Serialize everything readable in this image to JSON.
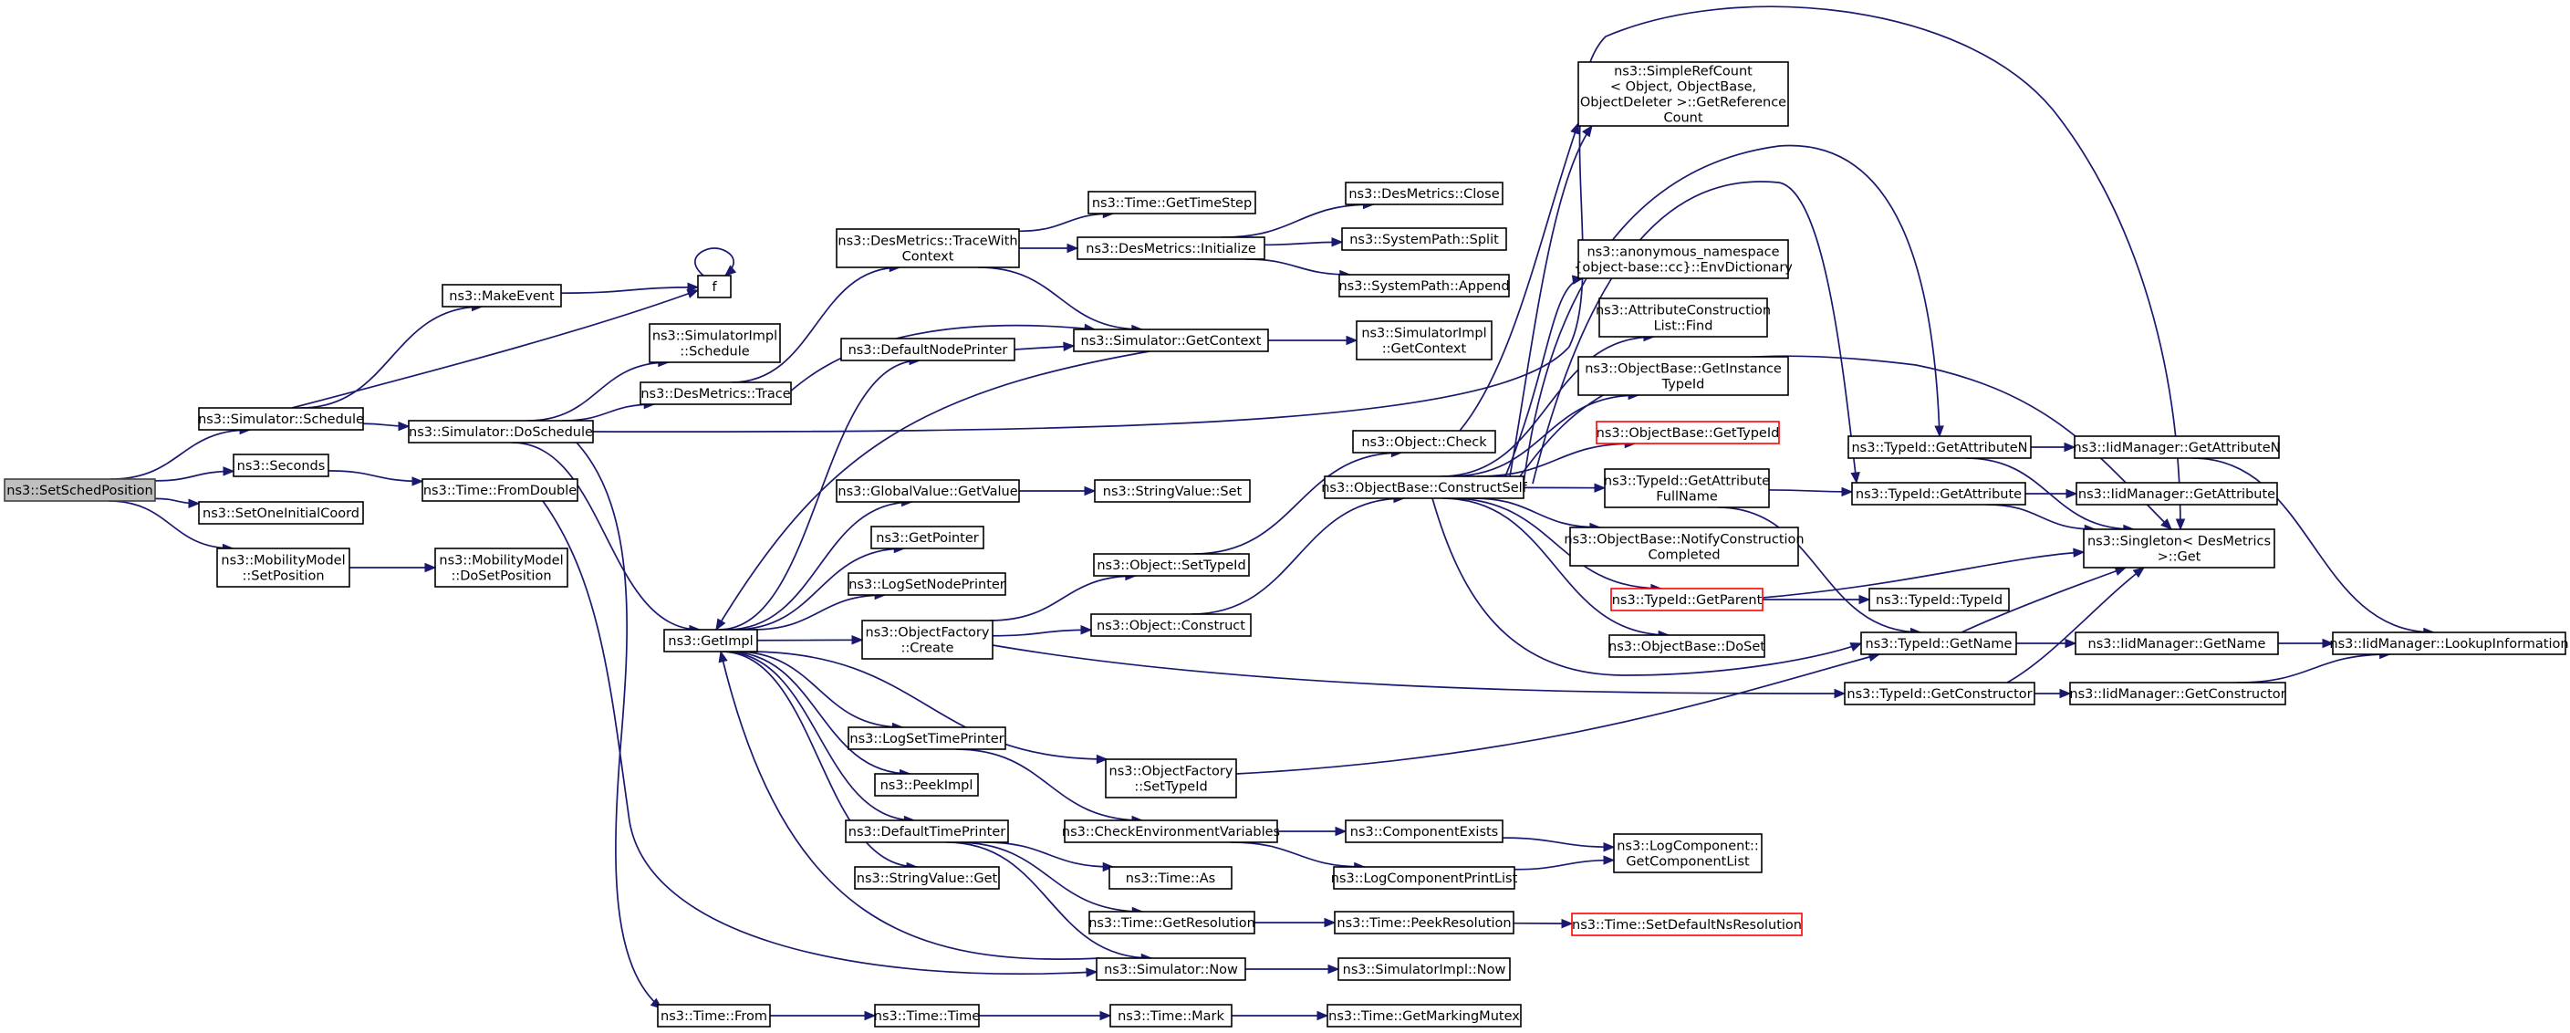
{
  "diagram": {
    "nodes": [
      {
        "id": "setschedposition",
        "lines": [
          "ns3::SetSchedPosition"
        ],
        "style": "root"
      },
      {
        "id": "sim_schedule",
        "lines": [
          "ns3::Simulator::Schedule"
        ]
      },
      {
        "id": "seconds",
        "lines": [
          "ns3::Seconds"
        ]
      },
      {
        "id": "setoneinitialcoord",
        "lines": [
          "ns3::SetOneInitialCoord"
        ]
      },
      {
        "id": "mm_setposition",
        "lines": [
          "ns3::MobilityModel",
          "::SetPosition"
        ]
      },
      {
        "id": "makeevent",
        "lines": [
          "ns3::MakeEvent"
        ]
      },
      {
        "id": "f",
        "lines": [
          "f"
        ]
      },
      {
        "id": "simimpl_schedule",
        "lines": [
          "ns3::SimulatorImpl",
          "::Schedule"
        ]
      },
      {
        "id": "sim_doschedule",
        "lines": [
          "ns3::Simulator::DoSchedule"
        ]
      },
      {
        "id": "time_fromdouble",
        "lines": [
          "ns3::Time::FromDouble"
        ]
      },
      {
        "id": "mm_dosetposition",
        "lines": [
          "ns3::MobilityModel",
          "::DoSetPosition"
        ]
      },
      {
        "id": "desmetrics_tracewithcontext",
        "lines": [
          "ns3::DesMetrics::TraceWith",
          "Context"
        ]
      },
      {
        "id": "desmetrics_trace",
        "lines": [
          "ns3::DesMetrics::Trace"
        ]
      },
      {
        "id": "defaultnodeprinter",
        "lines": [
          "ns3::DefaultNodePrinter"
        ]
      },
      {
        "id": "globalvalue_getvalue",
        "lines": [
          "ns3::GlobalValue::GetValue"
        ]
      },
      {
        "id": "getpointer",
        "lines": [
          "ns3::GetPointer"
        ]
      },
      {
        "id": "logsetnodeprinter",
        "lines": [
          "ns3::LogSetNodePrinter"
        ]
      },
      {
        "id": "getimpl",
        "lines": [
          "ns3::GetImpl"
        ]
      },
      {
        "id": "objectfactory_create",
        "lines": [
          "ns3::ObjectFactory",
          "::Create"
        ]
      },
      {
        "id": "logsettimeprinter",
        "lines": [
          "ns3::LogSetTimePrinter"
        ]
      },
      {
        "id": "peekimpl",
        "lines": [
          "ns3::PeekImpl"
        ]
      },
      {
        "id": "defaulttimeprinter",
        "lines": [
          "ns3::DefaultTimePrinter"
        ]
      },
      {
        "id": "stringvalue_get",
        "lines": [
          "ns3::StringValue::Get"
        ]
      },
      {
        "id": "time_from",
        "lines": [
          "ns3::Time::From"
        ]
      },
      {
        "id": "time_time",
        "lines": [
          "ns3::Time::Time"
        ]
      },
      {
        "id": "time_gettimestep",
        "lines": [
          "ns3::Time::GetTimeStep"
        ]
      },
      {
        "id": "desmetrics_initialize",
        "lines": [
          "ns3::DesMetrics::Initialize"
        ]
      },
      {
        "id": "sim_getcontext",
        "lines": [
          "ns3::Simulator::GetContext"
        ]
      },
      {
        "id": "stringvalue_set",
        "lines": [
          "ns3::StringValue::Set"
        ]
      },
      {
        "id": "object_settypeid",
        "lines": [
          "ns3::Object::SetTypeId"
        ]
      },
      {
        "id": "object_construct",
        "lines": [
          "ns3::Object::Construct"
        ]
      },
      {
        "id": "objectfactory_settypeid",
        "lines": [
          "ns3::ObjectFactory",
          "::SetTypeId"
        ]
      },
      {
        "id": "checkenvvars",
        "lines": [
          "ns3::CheckEnvironmentVariables"
        ]
      },
      {
        "id": "time_as",
        "lines": [
          "ns3::Time::As"
        ]
      },
      {
        "id": "time_getresolution",
        "lines": [
          "ns3::Time::GetResolution"
        ]
      },
      {
        "id": "sim_now",
        "lines": [
          "ns3::Simulator::Now"
        ]
      },
      {
        "id": "time_mark",
        "lines": [
          "ns3::Time::Mark"
        ]
      },
      {
        "id": "desmetrics_close",
        "lines": [
          "ns3::DesMetrics::Close"
        ]
      },
      {
        "id": "systempath_split",
        "lines": [
          "ns3::SystemPath::Split"
        ]
      },
      {
        "id": "systempath_append",
        "lines": [
          "ns3::SystemPath::Append"
        ]
      },
      {
        "id": "simimpl_getcontext",
        "lines": [
          "ns3::SimulatorImpl",
          "::GetContext"
        ]
      },
      {
        "id": "object_check",
        "lines": [
          "ns3::Object::Check"
        ]
      },
      {
        "id": "objectbase_constructself",
        "lines": [
          "ns3::ObjectBase::ConstructSelf"
        ]
      },
      {
        "id": "componentexists",
        "lines": [
          "ns3::ComponentExists"
        ]
      },
      {
        "id": "logcomponentprintlist",
        "lines": [
          "ns3::LogComponentPrintList"
        ]
      },
      {
        "id": "time_peekresolution",
        "lines": [
          "ns3::Time::PeekResolution"
        ]
      },
      {
        "id": "simimpl_now",
        "lines": [
          "ns3::SimulatorImpl::Now"
        ]
      },
      {
        "id": "time_getmarkingmutex",
        "lines": [
          "ns3::Time::GetMarkingMutex"
        ]
      },
      {
        "id": "simplerefcount",
        "lines": [
          "ns3::SimpleRefCount",
          "< Object, ObjectBase,",
          "ObjectDeleter >::GetReference",
          "Count"
        ]
      },
      {
        "id": "envdictionary",
        "lines": [
          "ns3::anonymous_namespace",
          "{object-base::cc}::EnvDictionary"
        ]
      },
      {
        "id": "attrconstrlist_find",
        "lines": [
          "ns3::AttributeConstruction",
          "List::Find"
        ]
      },
      {
        "id": "objectbase_getinstancetypeid",
        "lines": [
          "ns3::ObjectBase::GetInstance",
          "TypeId"
        ]
      },
      {
        "id": "objectbase_gettypeid",
        "lines": [
          "ns3::ObjectBase::GetTypeId"
        ],
        "style": "red"
      },
      {
        "id": "typeid_getattributefullname",
        "lines": [
          "ns3::TypeId::GetAttribute",
          "FullName"
        ]
      },
      {
        "id": "objectbase_notifyconstructioncompleted",
        "lines": [
          "ns3::ObjectBase::NotifyConstruction",
          "Completed"
        ]
      },
      {
        "id": "typeid_getparent",
        "lines": [
          "ns3::TypeId::GetParent"
        ],
        "style": "red"
      },
      {
        "id": "objectbase_doset",
        "lines": [
          "ns3::ObjectBase::DoSet"
        ]
      },
      {
        "id": "logcomponent_getcomponentlist",
        "lines": [
          "ns3::LogComponent::",
          "GetComponentList"
        ]
      },
      {
        "id": "time_setdefaultnsresolution",
        "lines": [
          "ns3::Time::SetDefaultNsResolution"
        ],
        "style": "red"
      },
      {
        "id": "typeid_getattributen",
        "lines": [
          "ns3::TypeId::GetAttributeN"
        ]
      },
      {
        "id": "typeid_getattribute",
        "lines": [
          "ns3::TypeId::GetAttribute"
        ]
      },
      {
        "id": "typeid_typeid",
        "lines": [
          "ns3::TypeId::TypeId"
        ]
      },
      {
        "id": "typeid_getname",
        "lines": [
          "ns3::TypeId::GetName"
        ]
      },
      {
        "id": "typeid_getconstructor",
        "lines": [
          "ns3::TypeId::GetConstructor"
        ]
      },
      {
        "id": "iidmanager_getattributen",
        "lines": [
          "ns3::IidManager::GetAttributeN"
        ]
      },
      {
        "id": "iidmanager_getattribute",
        "lines": [
          "ns3::IidManager::GetAttribute"
        ]
      },
      {
        "id": "singleton_get",
        "lines": [
          "ns3::Singleton< DesMetrics",
          ">::Get"
        ]
      },
      {
        "id": "iidmanager_getname",
        "lines": [
          "ns3::IidManager::GetName"
        ]
      },
      {
        "id": "iidmanager_getconstructor",
        "lines": [
          "ns3::IidManager::GetConstructor"
        ]
      },
      {
        "id": "iidmanager_lookupinformation",
        "lines": [
          "ns3::IidManager::LookupInformation"
        ]
      }
    ],
    "edges": [
      [
        "setschedposition",
        "sim_schedule"
      ],
      [
        "setschedposition",
        "seconds"
      ],
      [
        "setschedposition",
        "setoneinitialcoord"
      ],
      [
        "setschedposition",
        "mm_setposition"
      ],
      [
        "sim_schedule",
        "makeevent"
      ],
      [
        "sim_schedule",
        "f"
      ],
      [
        "sim_schedule",
        "sim_doschedule"
      ],
      [
        "makeevent",
        "f"
      ],
      [
        "f",
        "f"
      ],
      [
        "seconds",
        "time_fromdouble"
      ],
      [
        "mm_setposition",
        "mm_dosetposition"
      ],
      [
        "sim_doschedule",
        "simimpl_schedule"
      ],
      [
        "sim_doschedule",
        "desmetrics_trace"
      ],
      [
        "sim_doschedule",
        "getimpl"
      ],
      [
        "sim_doschedule",
        "time_from"
      ],
      [
        "sim_doschedule",
        "singleton_get"
      ],
      [
        "time_fromdouble",
        "sim_now"
      ],
      [
        "desmetrics_trace",
        "desmetrics_tracewithcontext"
      ],
      [
        "desmetrics_trace",
        "sim_getcontext"
      ],
      [
        "desmetrics_tracewithcontext",
        "time_gettimestep"
      ],
      [
        "desmetrics_tracewithcontext",
        "desmetrics_initialize"
      ],
      [
        "desmetrics_tracewithcontext",
        "sim_getcontext"
      ],
      [
        "desmetrics_initialize",
        "desmetrics_close"
      ],
      [
        "desmetrics_initialize",
        "systempath_split"
      ],
      [
        "desmetrics_initialize",
        "systempath_append"
      ],
      [
        "defaultnodeprinter",
        "sim_getcontext"
      ],
      [
        "sim_getcontext",
        "simimpl_getcontext"
      ],
      [
        "sim_getcontext",
        "getimpl"
      ],
      [
        "getimpl",
        "defaultnodeprinter"
      ],
      [
        "getimpl",
        "globalvalue_getvalue"
      ],
      [
        "getimpl",
        "getpointer"
      ],
      [
        "getimpl",
        "logsetnodeprinter"
      ],
      [
        "getimpl",
        "objectfactory_create"
      ],
      [
        "getimpl",
        "logsettimeprinter"
      ],
      [
        "getimpl",
        "peekimpl"
      ],
      [
        "getimpl",
        "defaulttimeprinter"
      ],
      [
        "getimpl",
        "stringvalue_get"
      ],
      [
        "getimpl",
        "objectfactory_settypeid"
      ],
      [
        "globalvalue_getvalue",
        "stringvalue_set"
      ],
      [
        "objectfactory_create",
        "object_settypeid"
      ],
      [
        "objectfactory_create",
        "object_construct"
      ],
      [
        "objectfactory_create",
        "typeid_getconstructor"
      ],
      [
        "objectfactory_settypeid",
        "typeid_getname"
      ],
      [
        "logsettimeprinter",
        "checkenvvars"
      ],
      [
        "defaulttimeprinter",
        "time_as"
      ],
      [
        "defaulttimeprinter",
        "time_getresolution"
      ],
      [
        "defaulttimeprinter",
        "sim_now"
      ],
      [
        "sim_now",
        "getimpl"
      ],
      [
        "sim_now",
        "simimpl_now"
      ],
      [
        "time_from",
        "time_time"
      ],
      [
        "time_time",
        "time_mark"
      ],
      [
        "time_mark",
        "time_getmarkingmutex"
      ],
      [
        "time_getresolution",
        "time_peekresolution"
      ],
      [
        "time_peekresolution",
        "time_setdefaultnsresolution"
      ],
      [
        "checkenvvars",
        "componentexists"
      ],
      [
        "checkenvvars",
        "logcomponentprintlist"
      ],
      [
        "componentexists",
        "logcomponent_getcomponentlist"
      ],
      [
        "logcomponentprintlist",
        "logcomponent_getcomponentlist"
      ],
      [
        "object_settypeid",
        "object_check"
      ],
      [
        "object_construct",
        "objectbase_constructself"
      ],
      [
        "object_check",
        "simplerefcount"
      ],
      [
        "objectbase_constructself",
        "simplerefcount"
      ],
      [
        "objectbase_constructself",
        "envdictionary"
      ],
      [
        "objectbase_constructself",
        "attrconstrlist_find"
      ],
      [
        "objectbase_constructself",
        "objectbase_getinstancetypeid"
      ],
      [
        "objectbase_constructself",
        "objectbase_gettypeid"
      ],
      [
        "objectbase_constructself",
        "typeid_getattributefullname"
      ],
      [
        "objectbase_constructself",
        "objectbase_notifyconstructioncompleted"
      ],
      [
        "objectbase_constructself",
        "typeid_getparent"
      ],
      [
        "objectbase_constructself",
        "objectbase_doset"
      ],
      [
        "objectbase_constructself",
        "typeid_getname"
      ],
      [
        "objectbase_constructself",
        "typeid_getattributen"
      ],
      [
        "objectbase_constructself",
        "typeid_getattribute"
      ],
      [
        "objectbase_constructself",
        "singleton_get"
      ],
      [
        "typeid_getattributefullname",
        "typeid_getattribute"
      ],
      [
        "typeid_getattributefullname",
        "typeid_getname"
      ],
      [
        "typeid_getparent",
        "typeid_typeid"
      ],
      [
        "typeid_getparent",
        "singleton_get"
      ],
      [
        "typeid_getattributen",
        "iidmanager_getattributen"
      ],
      [
        "typeid_getattributen",
        "singleton_get"
      ],
      [
        "typeid_getattribute",
        "iidmanager_getattribute"
      ],
      [
        "typeid_getattribute",
        "singleton_get"
      ],
      [
        "typeid_getname",
        "iidmanager_getname"
      ],
      [
        "typeid_getname",
        "singleton_get"
      ],
      [
        "typeid_getconstructor",
        "iidmanager_getconstructor"
      ],
      [
        "typeid_getconstructor",
        "singleton_get"
      ],
      [
        "iidmanager_getattributen",
        "iidmanager_lookupinformation"
      ],
      [
        "iidmanager_getname",
        "iidmanager_lookupinformation"
      ],
      [
        "iidmanager_getconstructor",
        "iidmanager_lookupinformation"
      ]
    ]
  }
}
